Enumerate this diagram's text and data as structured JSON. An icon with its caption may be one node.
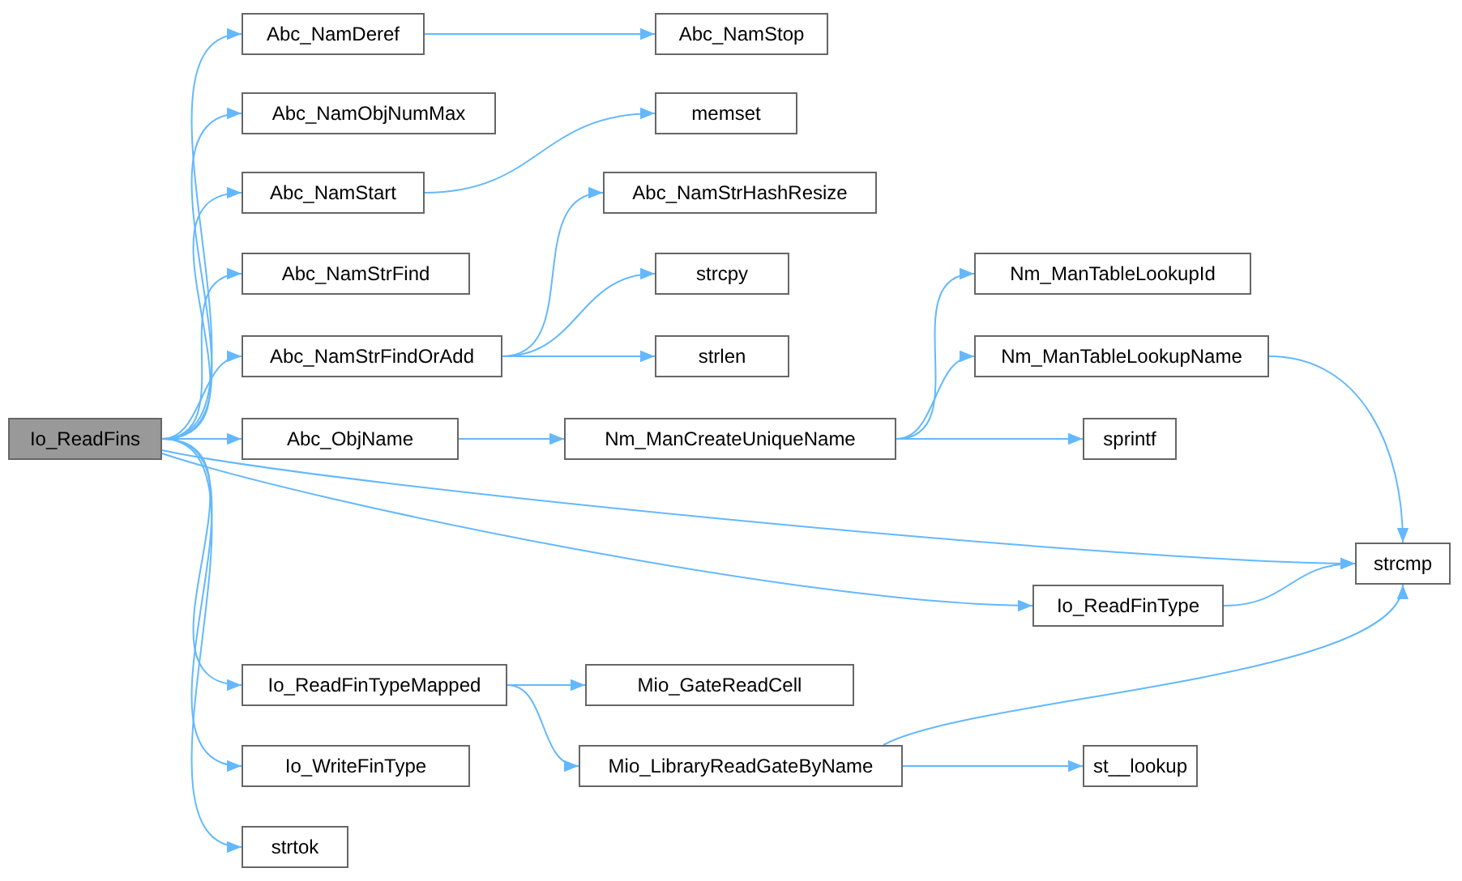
{
  "diagram": {
    "nodes": [
      {
        "text": [
          "Io_ReadFins"
        ]
      },
      {
        "text": [
          "Abc_NamDeref"
        ]
      },
      {
        "text": [
          "Abc_NamStop"
        ]
      },
      {
        "text": [
          "Abc_NamObjNumMax"
        ]
      },
      {
        "text": [
          "Abc_NamStart"
        ]
      },
      {
        "text": [
          "memset"
        ]
      },
      {
        "text": [
          "Abc_NamStrFind"
        ]
      },
      {
        "text": [
          "Abc_NamStrFindOrAdd"
        ]
      },
      {
        "text": [
          "Abc_NamStrHashResize"
        ]
      },
      {
        "text": [
          "strcpy"
        ]
      },
      {
        "text": [
          "strlen"
        ]
      },
      {
        "text": [
          "Abc_ObjName"
        ]
      },
      {
        "text": [
          "Nm_ManCreateUniqueName"
        ]
      },
      {
        "text": [
          "Nm_ManTableLookupId"
        ]
      },
      {
        "text": [
          "Nm_ManTableLookupName"
        ]
      },
      {
        "text": [
          "sprintf"
        ]
      },
      {
        "text": [
          "strcmp"
        ]
      },
      {
        "text": [
          "Io_ReadFinType"
        ]
      },
      {
        "text": [
          "Io_ReadFinTypeMapped"
        ]
      },
      {
        "text": [
          "Mio_GateReadCell"
        ]
      },
      {
        "text": [
          "Mio_LibraryReadGateByName"
        ]
      },
      {
        "text": [
          "st__lookup"
        ]
      },
      {
        "text": [
          "Io_WriteFinType"
        ]
      },
      {
        "text": [
          "strtok"
        ]
      }
    ],
    "edges": [
      {
        "from": 0,
        "to": 1,
        "arrow": "to"
      },
      {
        "from": 0,
        "to": 3,
        "arrow": "to"
      },
      {
        "from": 0,
        "to": 4,
        "arrow": "to"
      },
      {
        "from": 0,
        "to": 6,
        "arrow": "to"
      },
      {
        "from": 0,
        "to": 7,
        "arrow": "to"
      },
      {
        "from": 0,
        "to": 11,
        "arrow": "to"
      },
      {
        "from": 0,
        "to": 16,
        "arrow": "to"
      },
      {
        "from": 0,
        "to": 17,
        "arrow": "to"
      },
      {
        "from": 0,
        "to": 18,
        "arrow": "to"
      },
      {
        "from": 0,
        "to": 22,
        "arrow": "to"
      },
      {
        "from": 0,
        "to": 23,
        "arrow": "to"
      },
      {
        "from": 1,
        "to": 2,
        "arrow": "to"
      },
      {
        "from": 4,
        "to": 5,
        "arrow": "to"
      },
      {
        "from": 7,
        "to": 8,
        "arrow": "to"
      },
      {
        "from": 7,
        "to": 9,
        "arrow": "to"
      },
      {
        "from": 7,
        "to": 10,
        "arrow": "to"
      },
      {
        "from": 11,
        "to": 12,
        "arrow": "to"
      },
      {
        "from": 12,
        "to": 13,
        "arrow": "to"
      },
      {
        "from": 12,
        "to": 14,
        "arrow": "to"
      },
      {
        "from": 12,
        "to": 15,
        "arrow": "to"
      },
      {
        "from": 14,
        "to": 16,
        "arrow": "to"
      },
      {
        "from": 17,
        "to": 16,
        "arrow": "to"
      },
      {
        "from": 18,
        "to": 19,
        "arrow": "to"
      },
      {
        "from": 18,
        "to": 20,
        "arrow": "to"
      },
      {
        "from": 20,
        "to": 16,
        "arrow": "to"
      },
      {
        "from": 20,
        "to": 21,
        "arrow": "to"
      }
    ]
  }
}
